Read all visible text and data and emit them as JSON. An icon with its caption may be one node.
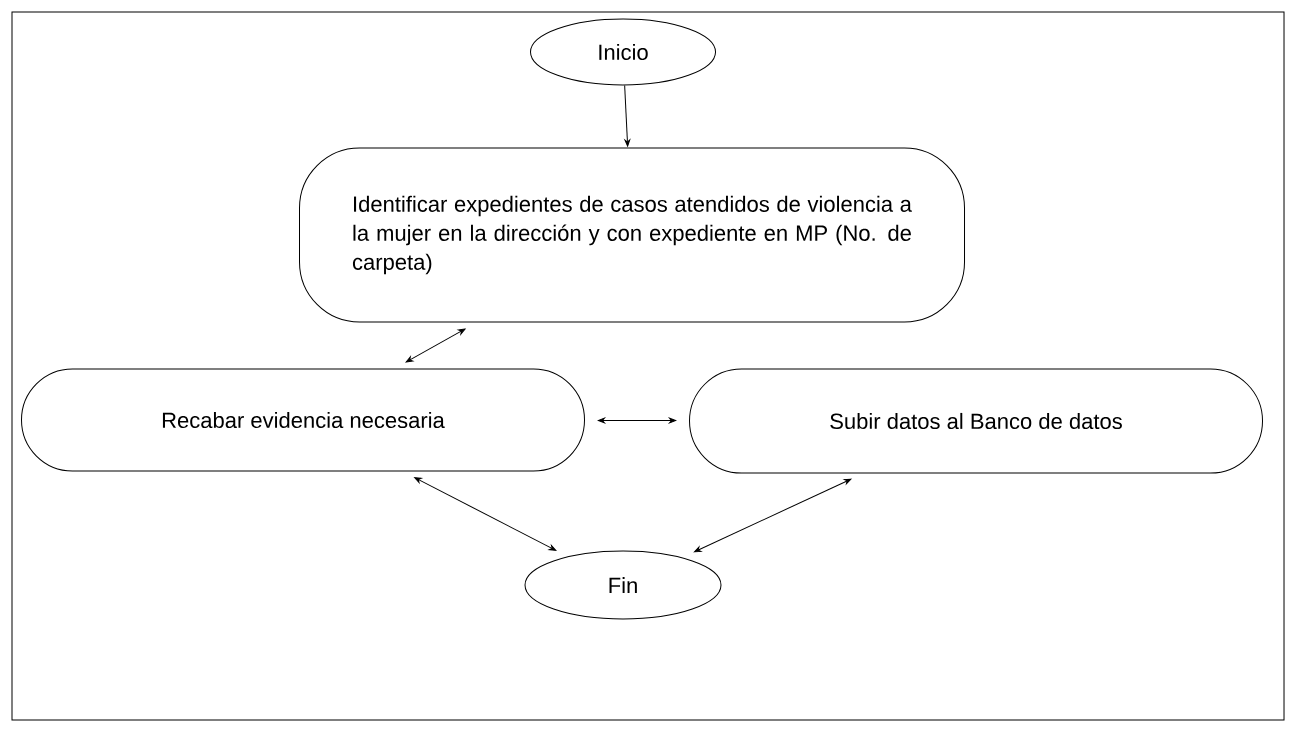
{
  "diagram": {
    "nodes": [
      {
        "text": [
          "Inicio"
        ]
      },
      {
        "text": [
          "Identificar expedientes de casos atendidos de violencia a la mujer en la dirección y con expediente en MP (No. de carpeta)"
        ]
      },
      {
        "text": [
          "Recabar evidencia necesaria"
        ]
      },
      {
        "text": [
          "Subir datos al Banco de datos"
        ]
      },
      {
        "text": [
          "Fin"
        ]
      }
    ],
    "edges": [
      {
        "from": 0,
        "to": 1,
        "arrow": "to"
      },
      {
        "from": 1,
        "to": 2,
        "arrow": "both"
      },
      {
        "from": 2,
        "to": 3,
        "arrow": "both"
      },
      {
        "from": 2,
        "to": 4,
        "arrow": "both"
      },
      {
        "from": 3,
        "to": 4,
        "arrow": "both"
      }
    ]
  }
}
